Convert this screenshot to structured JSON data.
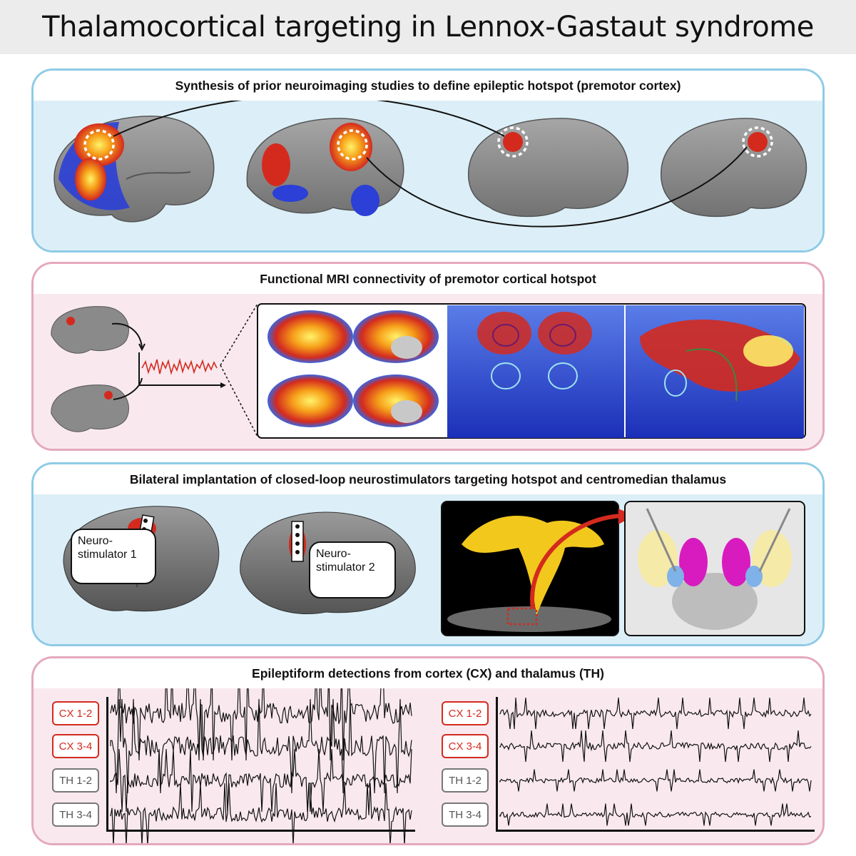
{
  "title": "Thalamocortical targeting in Lennox-Gastaut syndrome",
  "panels": {
    "synthesis": {
      "header": "Synthesis of prior neuroimaging studies to define epileptic hotspot (premotor cortex)"
    },
    "fmri": {
      "header": "Functional MRI connectivity of premotor cortical hotspot"
    },
    "implant": {
      "header": "Bilateral implantation of closed-loop neurostimulators targeting hotspot and centromedian thalamus",
      "stim1": "Neuro-stimulator 1",
      "stim2": "Neuro-stimulator 2"
    },
    "detections": {
      "header": "Epileptiform detections from cortex (CX) and thalamus (TH)",
      "left_channels": [
        "CX 1-2",
        "CX 3-4",
        "TH 1-2",
        "TH 3-4"
      ],
      "right_channels": [
        "CX 1-2",
        "CX 3-4",
        "TH 1-2",
        "TH 3-4"
      ]
    }
  },
  "colors": {
    "hotspot_red": "#d42a1e",
    "brain_gray": "#8e8e8e",
    "blue_panel": "#dcefF8",
    "pink_panel": "#f9e9ef",
    "blue_border": "#8ecbe6",
    "pink_border": "#e4a8bf",
    "thalamus_magenta": "#d81bbf"
  }
}
